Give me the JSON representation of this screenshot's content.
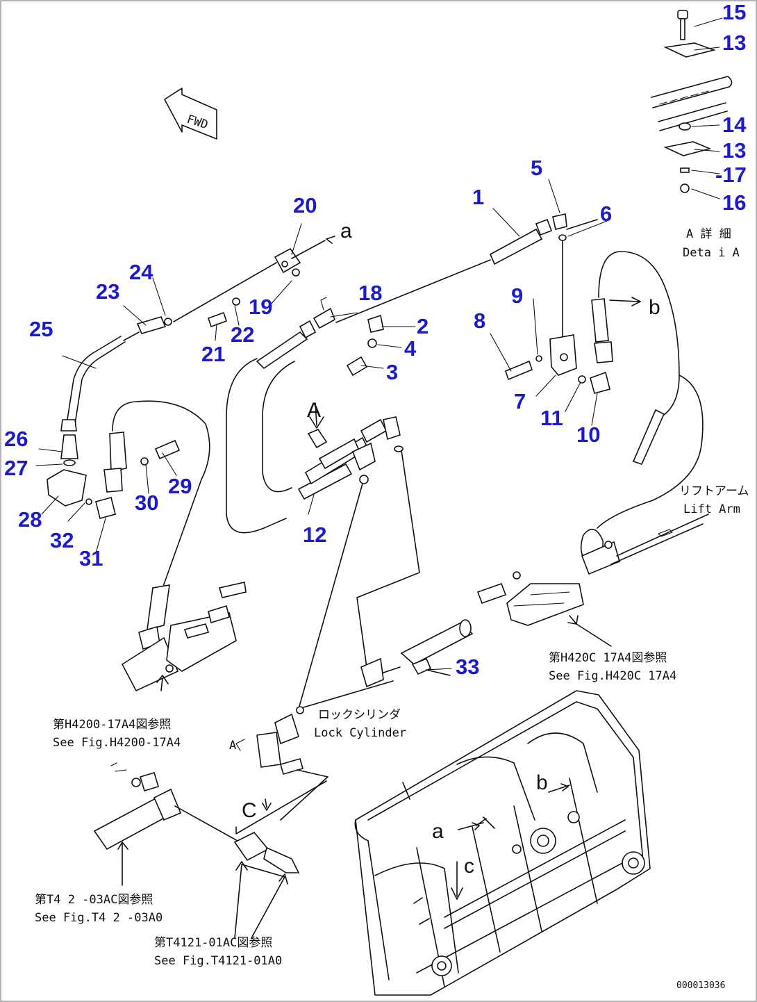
{
  "figure_id": "000013036",
  "fwd": "FWD",
  "detail": {
    "jp": "A 詳 細",
    "en": "Deta i A"
  },
  "callouts": {
    "c1": "1",
    "c2": "2",
    "c3": "3",
    "c4": "4",
    "c5": "5",
    "c6": "6",
    "c7": "7",
    "c8": "8",
    "c9": "9",
    "c10": "10",
    "c11": "11",
    "c12": "12",
    "c13a": "13",
    "c13b": "13",
    "c14": "14",
    "c15": "15",
    "c16": "16",
    "c17": "-17",
    "c18": "18",
    "c19": "19",
    "c20": "20",
    "c21": "21",
    "c22": "22",
    "c23": "23",
    "c24": "24",
    "c25": "25",
    "c26": "26",
    "c27": "27",
    "c28": "28",
    "c29": "29",
    "c30": "30",
    "c31": "31",
    "c32": "32",
    "c33": "33"
  },
  "letters": {
    "a_top": "a",
    "b_top": "b",
    "a_frame": "a",
    "b_frame": "b",
    "c_frame": "c",
    "c_mid": "C",
    "A_view": "A",
    "A_small": "A"
  },
  "references": {
    "lift_arm": {
      "jp": "リフトアーム",
      "en": "Lift Arm"
    },
    "ref_h420c": {
      "jp": "第H420C 17A4図参照",
      "en": "See Fig.H420C 17A4"
    },
    "ref_h4200": {
      "jp": "第H4200-17A4図参照",
      "en": "See Fig.H4200-17A4"
    },
    "lock_cyl": {
      "jp": "ロックシリンダ",
      "en": "Lock Cylinder"
    },
    "ref_t42": {
      "jp": "第T4 2 -03AC図参照",
      "en": "See Fig.T4 2 -03A0"
    },
    "ref_t4121": {
      "jp": "第T4121-01AC図参照",
      "en": "See Fig.T4121-01A0"
    }
  }
}
